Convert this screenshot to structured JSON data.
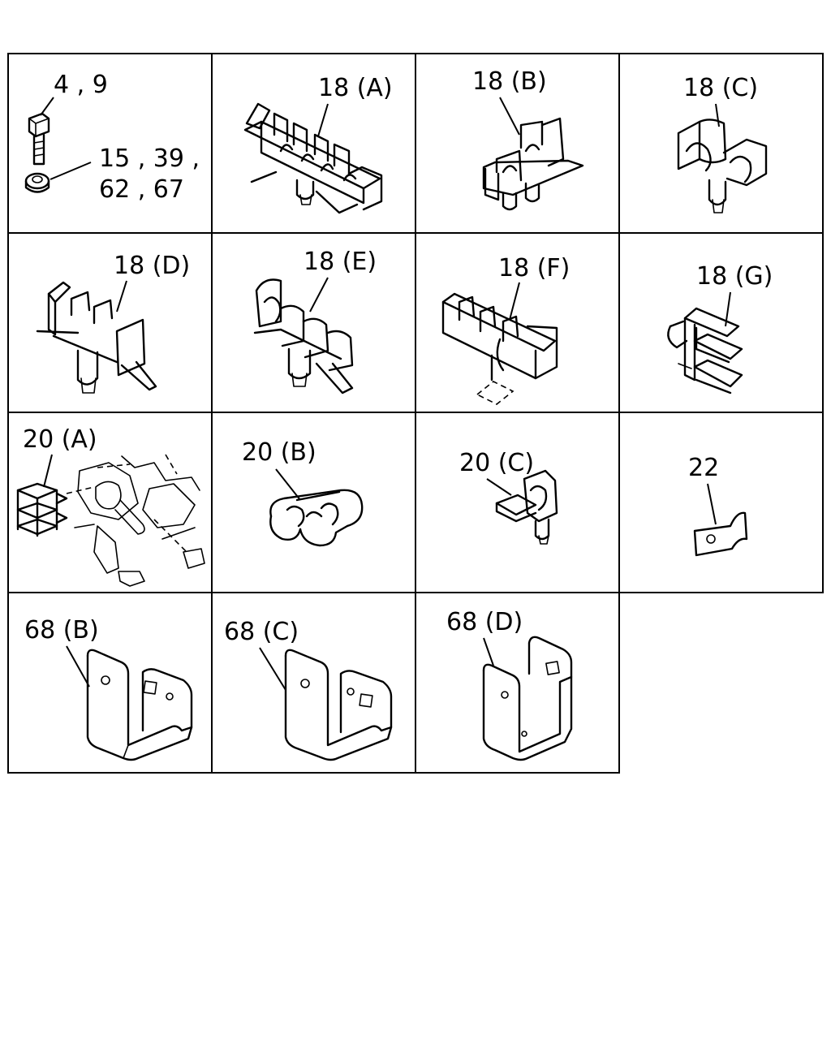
{
  "cells": [
    {
      "id": "c1",
      "labels": [
        "4 , 9",
        "15 , 39 ,",
        "62 , 67"
      ],
      "part": "bolt-and-washer"
    },
    {
      "id": "c2",
      "labels": [
        "18 (A)"
      ],
      "part": "four-way-pipe-clip"
    },
    {
      "id": "c3",
      "labels": [
        "18 (B)"
      ],
      "part": "two-way-pipe-clip"
    },
    {
      "id": "c4",
      "labels": [
        "18 (C)"
      ],
      "part": "round-pipe-clip"
    },
    {
      "id": "c5",
      "labels": [
        "18 (D)"
      ],
      "part": "three-way-pipe-clip"
    },
    {
      "id": "c6",
      "labels": [
        "18 (E)"
      ],
      "part": "three-way-round-clip"
    },
    {
      "id": "c7",
      "labels": [
        "18 (F)"
      ],
      "part": "four-way-pipe-clip"
    },
    {
      "id": "c8",
      "labels": [
        "18 (G)"
      ],
      "part": "offset-pipe-clip"
    },
    {
      "id": "c9",
      "labels": [
        "20 (A)"
      ],
      "part": "clip-on-pipes-detail"
    },
    {
      "id": "c10",
      "labels": [
        "20 (B)"
      ],
      "part": "double-hose-clamp"
    },
    {
      "id": "c11",
      "labels": [
        "20 (C)"
      ],
      "part": "push-clip"
    },
    {
      "id": "c12",
      "labels": [
        "22"
      ],
      "part": "tab-bracket"
    },
    {
      "id": "c13",
      "labels": [
        "68 (B)"
      ],
      "part": "u-bracket"
    },
    {
      "id": "c14",
      "labels": [
        "68 (C)"
      ],
      "part": "u-bracket"
    },
    {
      "id": "c15",
      "labels": [
        "68 (D)"
      ],
      "part": "u-bracket"
    }
  ],
  "colors": {
    "ink": "#000000",
    "paper": "#ffffff"
  }
}
